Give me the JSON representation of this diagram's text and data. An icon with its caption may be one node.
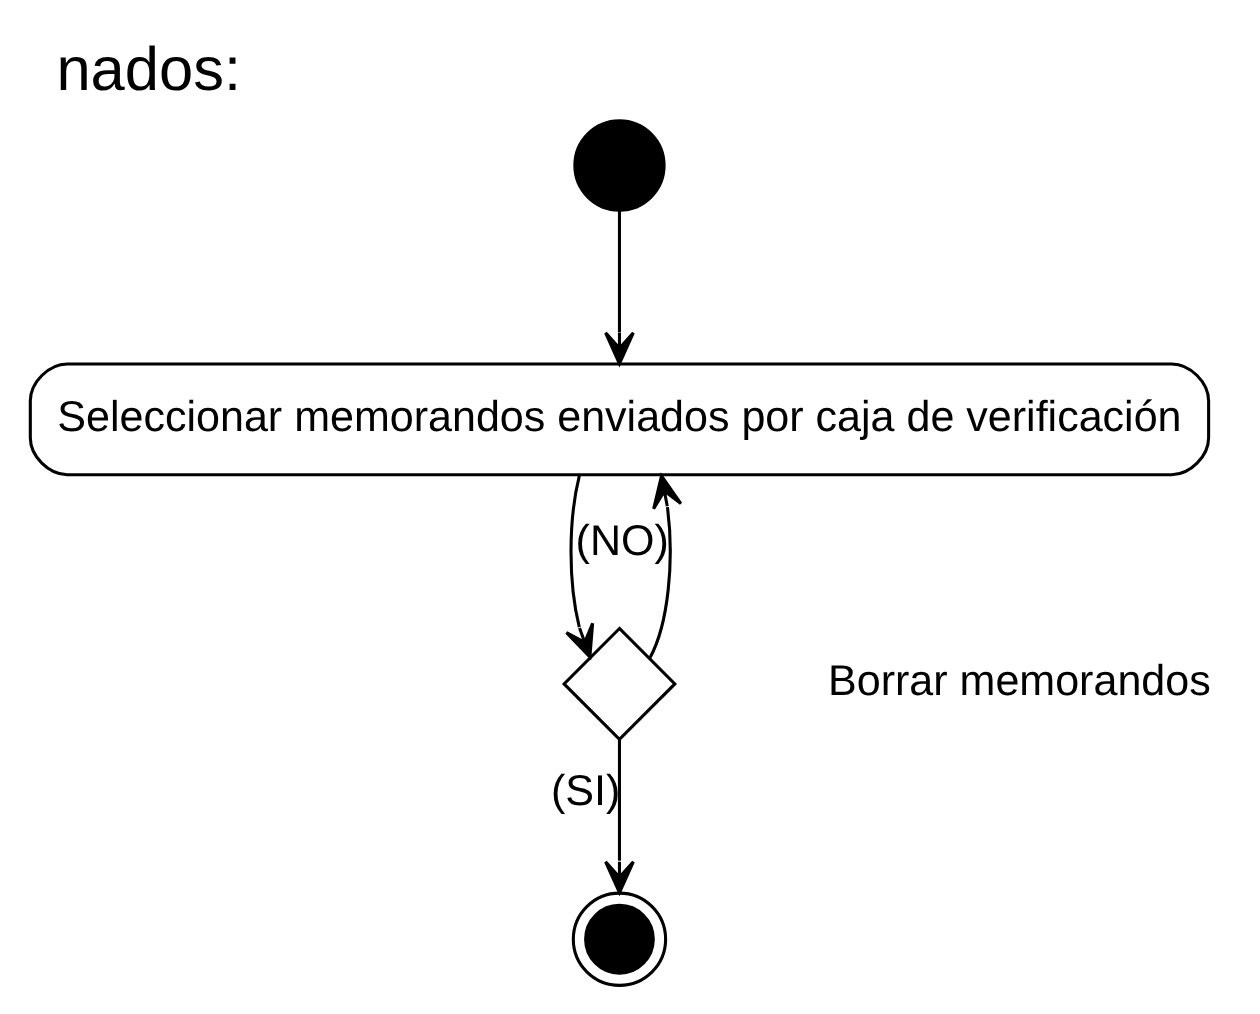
{
  "diagram": {
    "title": "nados:",
    "nodes": [
      {
        "text": [],
        "shape": "circle"
      },
      {
        "text": [
          "Seleccionar memorandos enviados por caja de verificación"
        ]
      },
      {
        "text": [],
        "shape": "diamond",
        "beside": [
          "Borrar memorandos"
        ]
      },
      {
        "text": [],
        "shape": "circle"
      }
    ],
    "edges": [
      {
        "from": 0,
        "to": 1,
        "arrow": "to"
      },
      {
        "from": 1,
        "to": 2,
        "arrow": "to"
      },
      {
        "from": 2,
        "to": 1,
        "arrow": "to",
        "label": "(NO)"
      },
      {
        "from": 2,
        "to": 3,
        "arrow": "to",
        "label": "(SI)"
      }
    ]
  }
}
